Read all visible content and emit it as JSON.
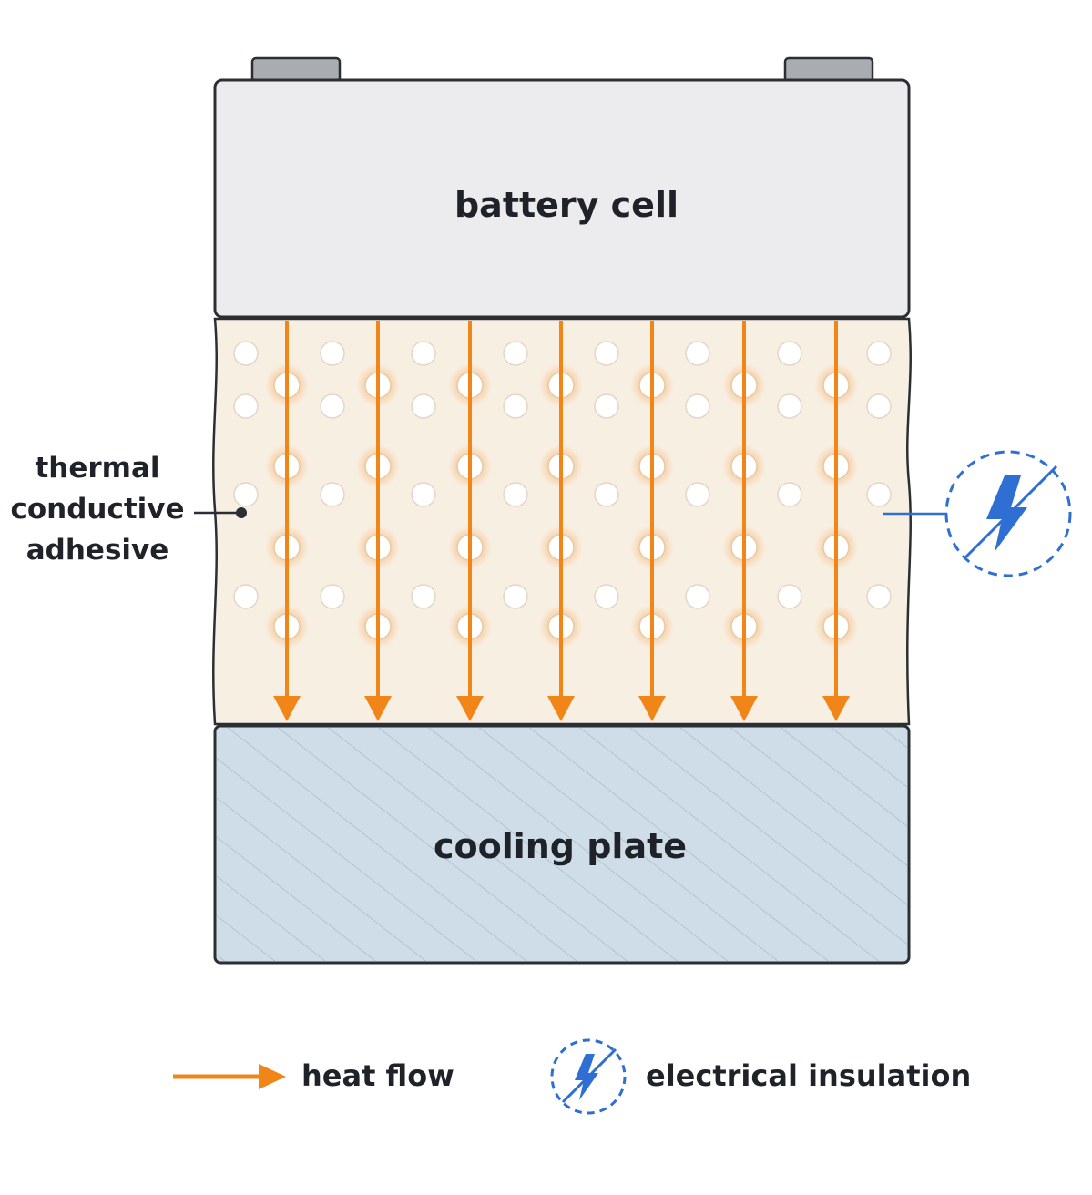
{
  "diagram": {
    "battery_cell_label": "battery cell",
    "cooling_plate_label": "cooling plate",
    "adhesive_label_lines": [
      "thermal",
      "conductive",
      "adhesive"
    ],
    "colors": {
      "heat_flow": "#f28518",
      "insulation": "#2f6fd3",
      "battery_fill": "#ececee",
      "adhesive_fill": "#f8efe3",
      "cooling_fill": "#cfdde8",
      "outline": "#2b2f33"
    },
    "icons": {
      "insulation": "lightning-bolt-crossed-icon",
      "heat_flow": "orange-arrow-icon"
    }
  },
  "legend": {
    "heat_flow_label": "heat flow",
    "insulation_label": "electrical insulation"
  }
}
